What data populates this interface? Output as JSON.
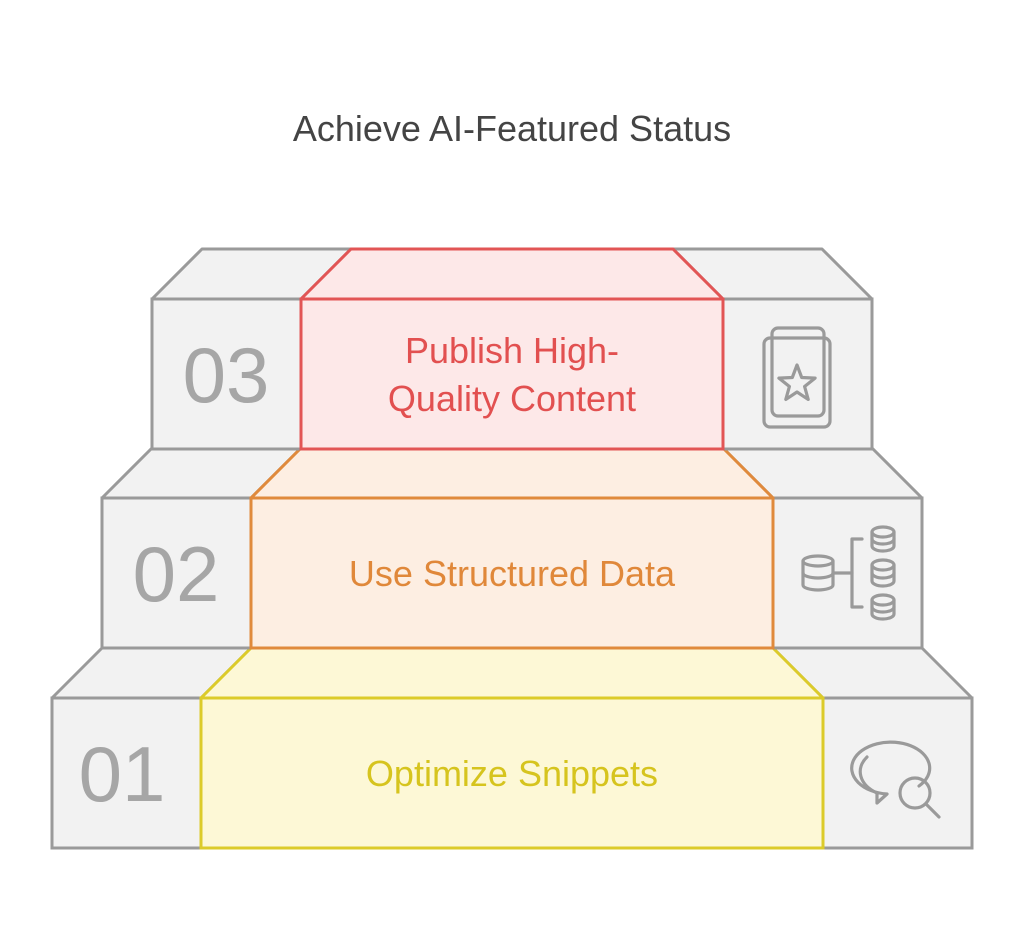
{
  "title": "Achieve AI-Featured Status",
  "colors": {
    "title_text": "#444444",
    "side_fill": "#f2f2f2",
    "side_stroke": "#9a9a9a",
    "number_text": "#a6a6a6",
    "icon_stroke": "#9a9a9a"
  },
  "steps": [
    {
      "number": "01",
      "label_lines": [
        "Optimize Snippets"
      ],
      "icon": "chat-search-icon",
      "fill": "#fdf8d6",
      "stroke": "#dccb2a",
      "text_color": "#d6c41e"
    },
    {
      "number": "02",
      "label_lines": [
        "Use Structured Data"
      ],
      "icon": "structured-database-icon",
      "fill": "#fdeee2",
      "stroke": "#e08a3c",
      "text_color": "#e0883a"
    },
    {
      "number": "03",
      "label_lines": [
        "Publish High-",
        "Quality Content"
      ],
      "icon": "starred-book-icon",
      "fill": "#fde8e8",
      "stroke": "#e25555",
      "text_color": "#e25050"
    }
  ]
}
